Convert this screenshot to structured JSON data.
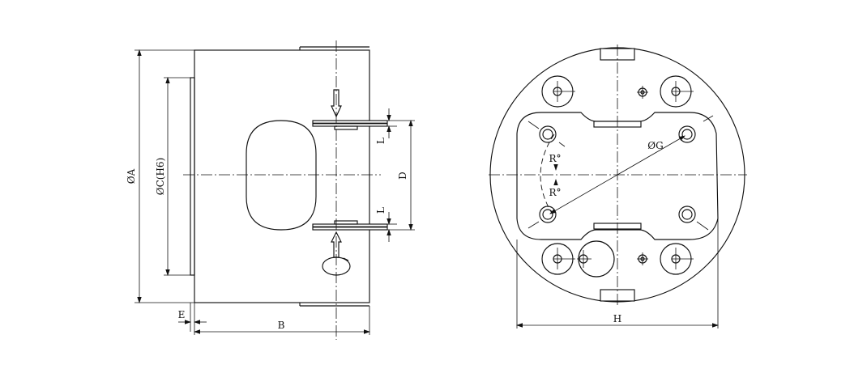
{
  "labels": {
    "dia_a": "ØA",
    "dia_c": "ØC(H6)",
    "dim_l_top": "L",
    "dim_l_bottom": "L",
    "dim_d": "D",
    "dim_e": "E",
    "dim_b": "B",
    "dia_g": "ØG",
    "angle_top": "R°",
    "angle_bottom": "R°",
    "dim_h": "H"
  }
}
